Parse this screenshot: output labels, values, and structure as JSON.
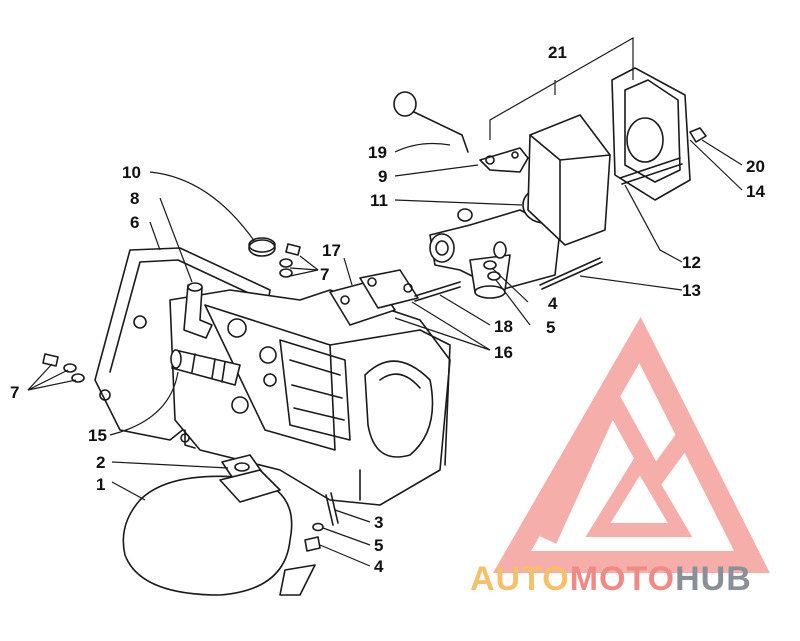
{
  "callouts": [
    {
      "id": "c1",
      "text": "1"
    },
    {
      "id": "c2",
      "text": "2"
    },
    {
      "id": "c3",
      "text": "3"
    },
    {
      "id": "c4a",
      "text": "4"
    },
    {
      "id": "c4b",
      "text": "4"
    },
    {
      "id": "c5a",
      "text": "5"
    },
    {
      "id": "c5b",
      "text": "5"
    },
    {
      "id": "c6",
      "text": "6"
    },
    {
      "id": "c7a",
      "text": "7"
    },
    {
      "id": "c7b",
      "text": "7"
    },
    {
      "id": "c8",
      "text": "8"
    },
    {
      "id": "c9",
      "text": "9"
    },
    {
      "id": "c10",
      "text": "10"
    },
    {
      "id": "c11",
      "text": "11"
    },
    {
      "id": "c12",
      "text": "12"
    },
    {
      "id": "c13",
      "text": "13"
    },
    {
      "id": "c14",
      "text": "14"
    },
    {
      "id": "c15",
      "text": "15"
    },
    {
      "id": "c16",
      "text": "16"
    },
    {
      "id": "c17",
      "text": "17"
    },
    {
      "id": "c18",
      "text": "18"
    },
    {
      "id": "c19",
      "text": "19"
    },
    {
      "id": "c20",
      "text": "20"
    },
    {
      "id": "c21",
      "text": "21"
    }
  ],
  "watermark": {
    "part1": "AUTO",
    "part2": "MOTO",
    "part3": "HUB",
    "color_auto": "#f5c06a",
    "color_moto": "#f08a84",
    "color_hub": "#8a8f98",
    "logo_color": "#f4a6a0"
  }
}
